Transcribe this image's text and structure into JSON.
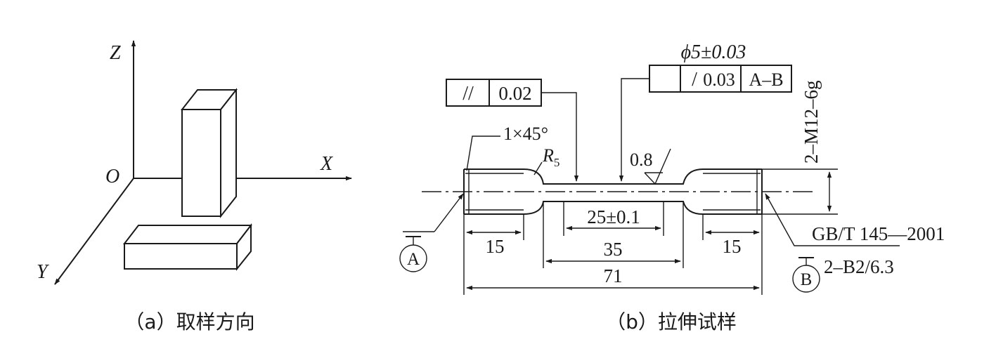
{
  "panel_a": {
    "axis_labels": {
      "z": "Z",
      "x": "X",
      "y": "Y",
      "origin": "O"
    },
    "caption": "（a）取样方向"
  },
  "panel_b": {
    "caption": "（b）拉伸试样",
    "fcf_left": {
      "symbol": "//",
      "value": "0.02"
    },
    "fcf_right": {
      "diameter": "ϕ5±0.03",
      "symbol": "/",
      "value": "0.03",
      "datums": "A–B"
    },
    "thread": "2–M12–6g",
    "chamfer": "1×45°",
    "radius": "R",
    "radius_sub": "5",
    "roughness": "0.8",
    "dims": {
      "d25": "25±0.1",
      "d35": "35",
      "d15_left": "15",
      "d15_right": "15",
      "d71": "71"
    },
    "datum_a": "A",
    "datum_b": "B",
    "standard": "GB/T 145—2001",
    "center_hole": "2–B2/6.3"
  }
}
